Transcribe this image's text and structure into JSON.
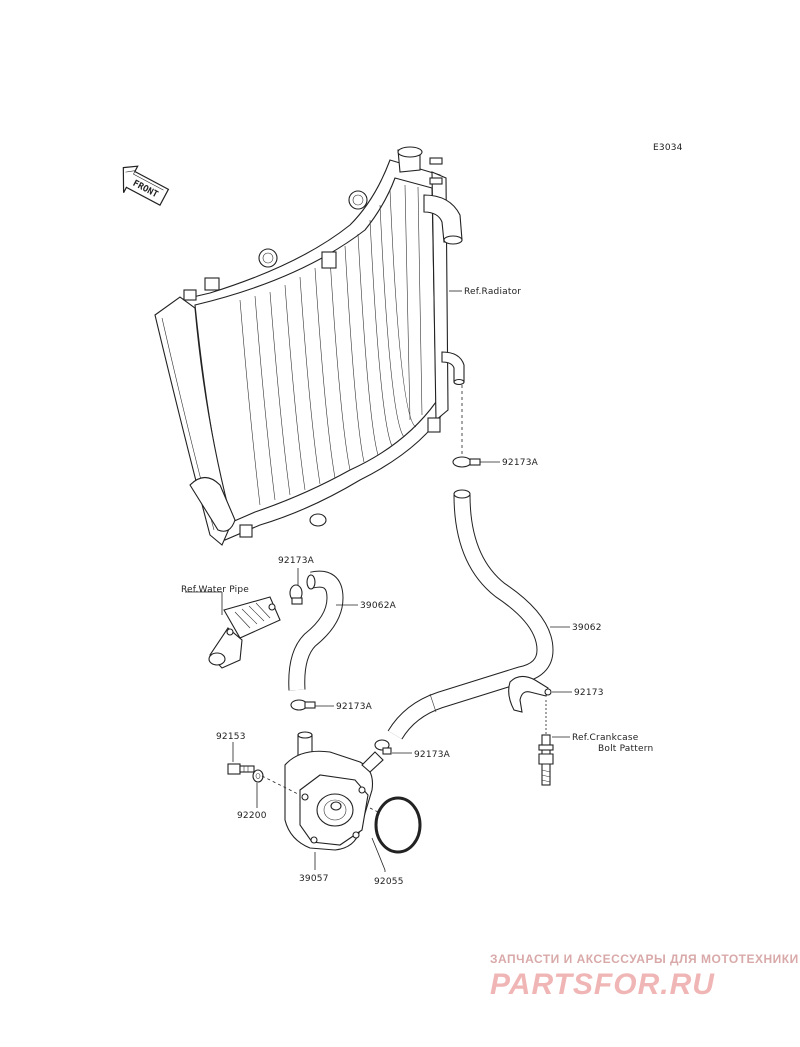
{
  "diagram_code": "E3034",
  "front_label": "FRONT",
  "labels": {
    "ref_radiator": "Ref.Radiator",
    "clamp_upper": "92173A",
    "hose_left_clamp": "92173A",
    "ref_water_pipe": "Ref.Water Pipe",
    "hose_short": "39062A",
    "hose_long": "39062",
    "clamp_pipe": "92173A",
    "clamp_right": "92173",
    "bolt": "92153",
    "ref_crankcase_line1": "Ref.Crankcase",
    "ref_crankcase_line2": "Bolt Pattern",
    "clamp_cooler": "92173A",
    "washer": "92200",
    "oil_cooler": "39057",
    "o_ring": "92055"
  },
  "watermark": {
    "tagline": "ЗАПЧАСТИ И АКСЕССУАРЫ ДЛЯ МОТОТЕХНИКИ",
    "brand": "PARTSFOR.RU"
  }
}
